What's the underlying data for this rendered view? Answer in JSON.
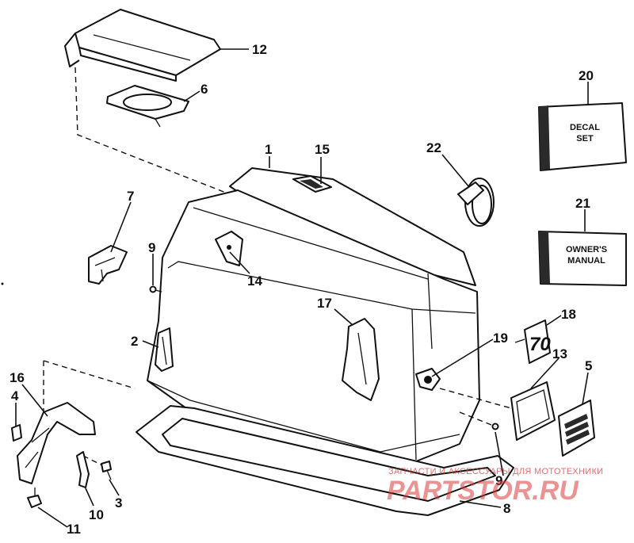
{
  "callouts": {
    "c1": "1",
    "c2": "2",
    "c3": "3",
    "c4": "4",
    "c5": "5",
    "c6": "6",
    "c7": "7",
    "c8": "8",
    "c9a": "9",
    "c9b": "9",
    "c10": "10",
    "c11": "11",
    "c12": "12",
    "c13": "13",
    "c14": "14",
    "c15": "15",
    "c16": "16",
    "c17": "17",
    "c18": "18",
    "c19": "19",
    "c20": "20",
    "c21": "21",
    "c22": "22"
  },
  "decal_box": {
    "line1": "DECAL",
    "line2": "SET"
  },
  "manual_box": {
    "line1": "OWNER'S",
    "line2": "MANUAL"
  },
  "badge": {
    "text": "70"
  },
  "watermark": {
    "tagline": "ЗАПЧАСТИ И АКСЕССУАРЫ ДЛЯ МОТОТЕХНИКИ",
    "logo": "PARTSTOR.RU"
  }
}
